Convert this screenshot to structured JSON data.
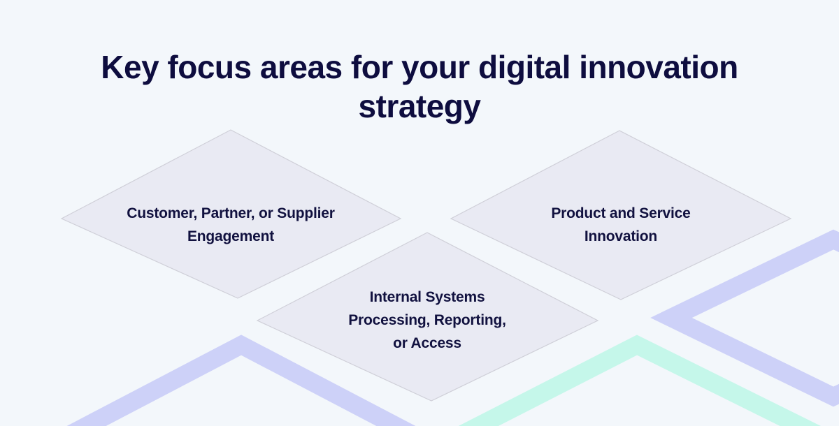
{
  "title": {
    "line1": "Key focus areas for your digital innovation",
    "line2": "strategy"
  },
  "focus_areas": [
    {
      "lines": [
        "Customer, Partner, or Supplier",
        "Engagement"
      ]
    },
    {
      "lines": [
        "Product and Service",
        "Innovation"
      ]
    },
    {
      "lines": [
        "Internal Systems",
        "Processing, Reporting,",
        "or Access"
      ]
    }
  ],
  "colors": {
    "background": "#f3f7fb",
    "title_text": "#0e0d3f",
    "diamond_fill": "#e9eaf3",
    "diamond_stroke": "#cfcfd8",
    "accent_lavender": "#cdd1f8",
    "accent_mint": "#c5f7ea"
  }
}
